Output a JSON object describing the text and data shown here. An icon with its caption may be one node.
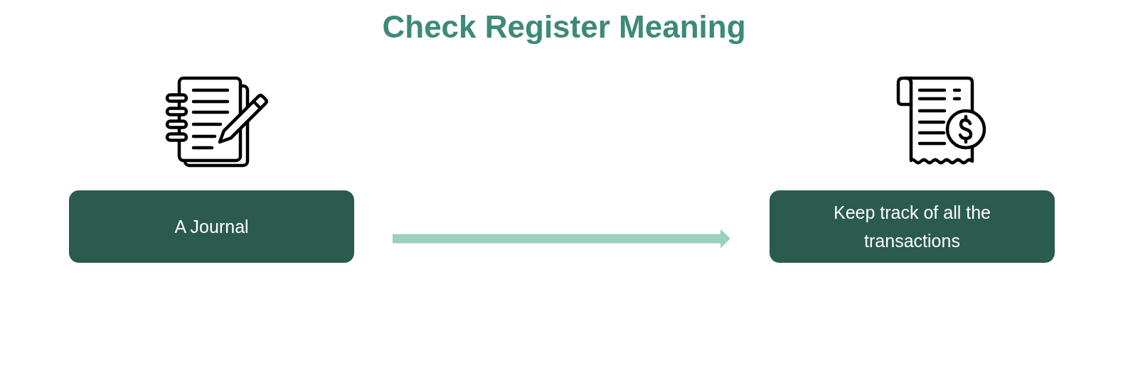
{
  "diagram": {
    "title": "Check Register Meaning",
    "nodes": [
      {
        "text": [
          "A Journal"
        ]
      },
      {
        "text": [
          "Keep track of all the transactions"
        ]
      }
    ],
    "edges": [
      {
        "from": 0,
        "to": 1,
        "arrow": "to"
      }
    ]
  }
}
